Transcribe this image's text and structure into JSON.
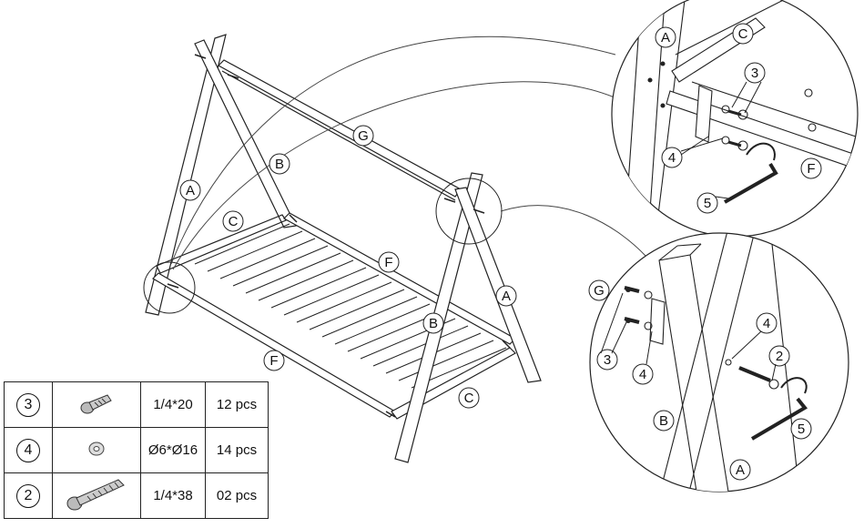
{
  "callouts": {
    "part_a": "A",
    "part_b": "B",
    "part_c": "C",
    "part_f": "F",
    "part_g": "G",
    "item_2": "2",
    "item_3": "3",
    "item_4": "4",
    "item_5": "5"
  },
  "parts_table": [
    {
      "id": "3",
      "size": "1/4*20",
      "qty": "12 pcs",
      "icon": "bolt-short-icon"
    },
    {
      "id": "4",
      "size": "Ø6*Ø16",
      "qty": "14 pcs",
      "icon": "washer-icon"
    },
    {
      "id": "2",
      "size": "1/4*38",
      "qty": "02 pcs",
      "icon": "bolt-long-icon"
    }
  ]
}
